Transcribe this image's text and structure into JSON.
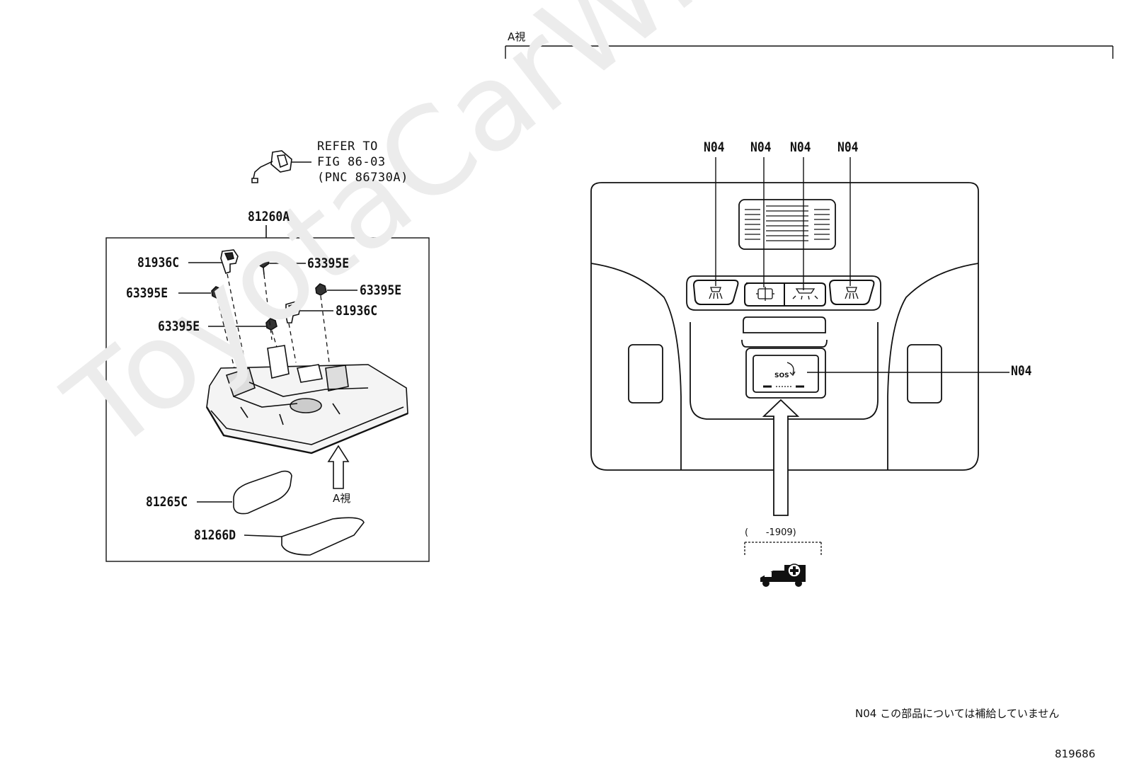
{
  "watermark": "ToyotaCarWiki.ru",
  "left_panel": {
    "refer_note": {
      "line1": "REFER TO",
      "line2": "FIG 86-03",
      "line3": "(PNC 86730A)"
    },
    "assembly_label": "81260A",
    "callouts": {
      "bulb_top": "81936C",
      "clip_top": "63395E",
      "clip_left": "63395E",
      "clip_right": "63395E",
      "bulb_right": "81936C",
      "clip_mid": "63395E",
      "lens": "81265C",
      "lens_cover": "81266D"
    },
    "view_arrow_label": "A視"
  },
  "right_panel": {
    "view_title": "A視",
    "top_labels": [
      "N04",
      "N04",
      "N04",
      "N04"
    ],
    "side_label": "N04",
    "sos_text": "SOS",
    "date_range": "(      -1909)",
    "footnote": "N04 この部品については補給していません",
    "figure_number": "819686"
  },
  "icons": [
    "map-light-icon",
    "light-switch-icon",
    "dome-light-icon",
    "map-light-icon",
    "sos-button-icon",
    "ambulance-icon"
  ]
}
